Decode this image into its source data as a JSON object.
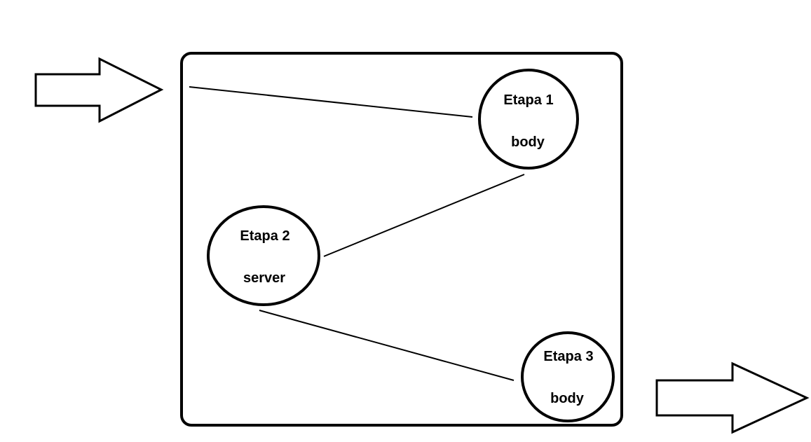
{
  "colors": {
    "background": "#ffffff",
    "stroke": "#000000"
  },
  "stages": [
    {
      "title": "Etapa 1",
      "subtitle": "body"
    },
    {
      "title": "Etapa 2",
      "subtitle": "server"
    },
    {
      "title": "Etapa 3",
      "subtitle": "body"
    }
  ],
  "arrows": {
    "input": {
      "icon": "right-arrow-icon"
    },
    "output": {
      "icon": "right-arrow-icon"
    }
  }
}
